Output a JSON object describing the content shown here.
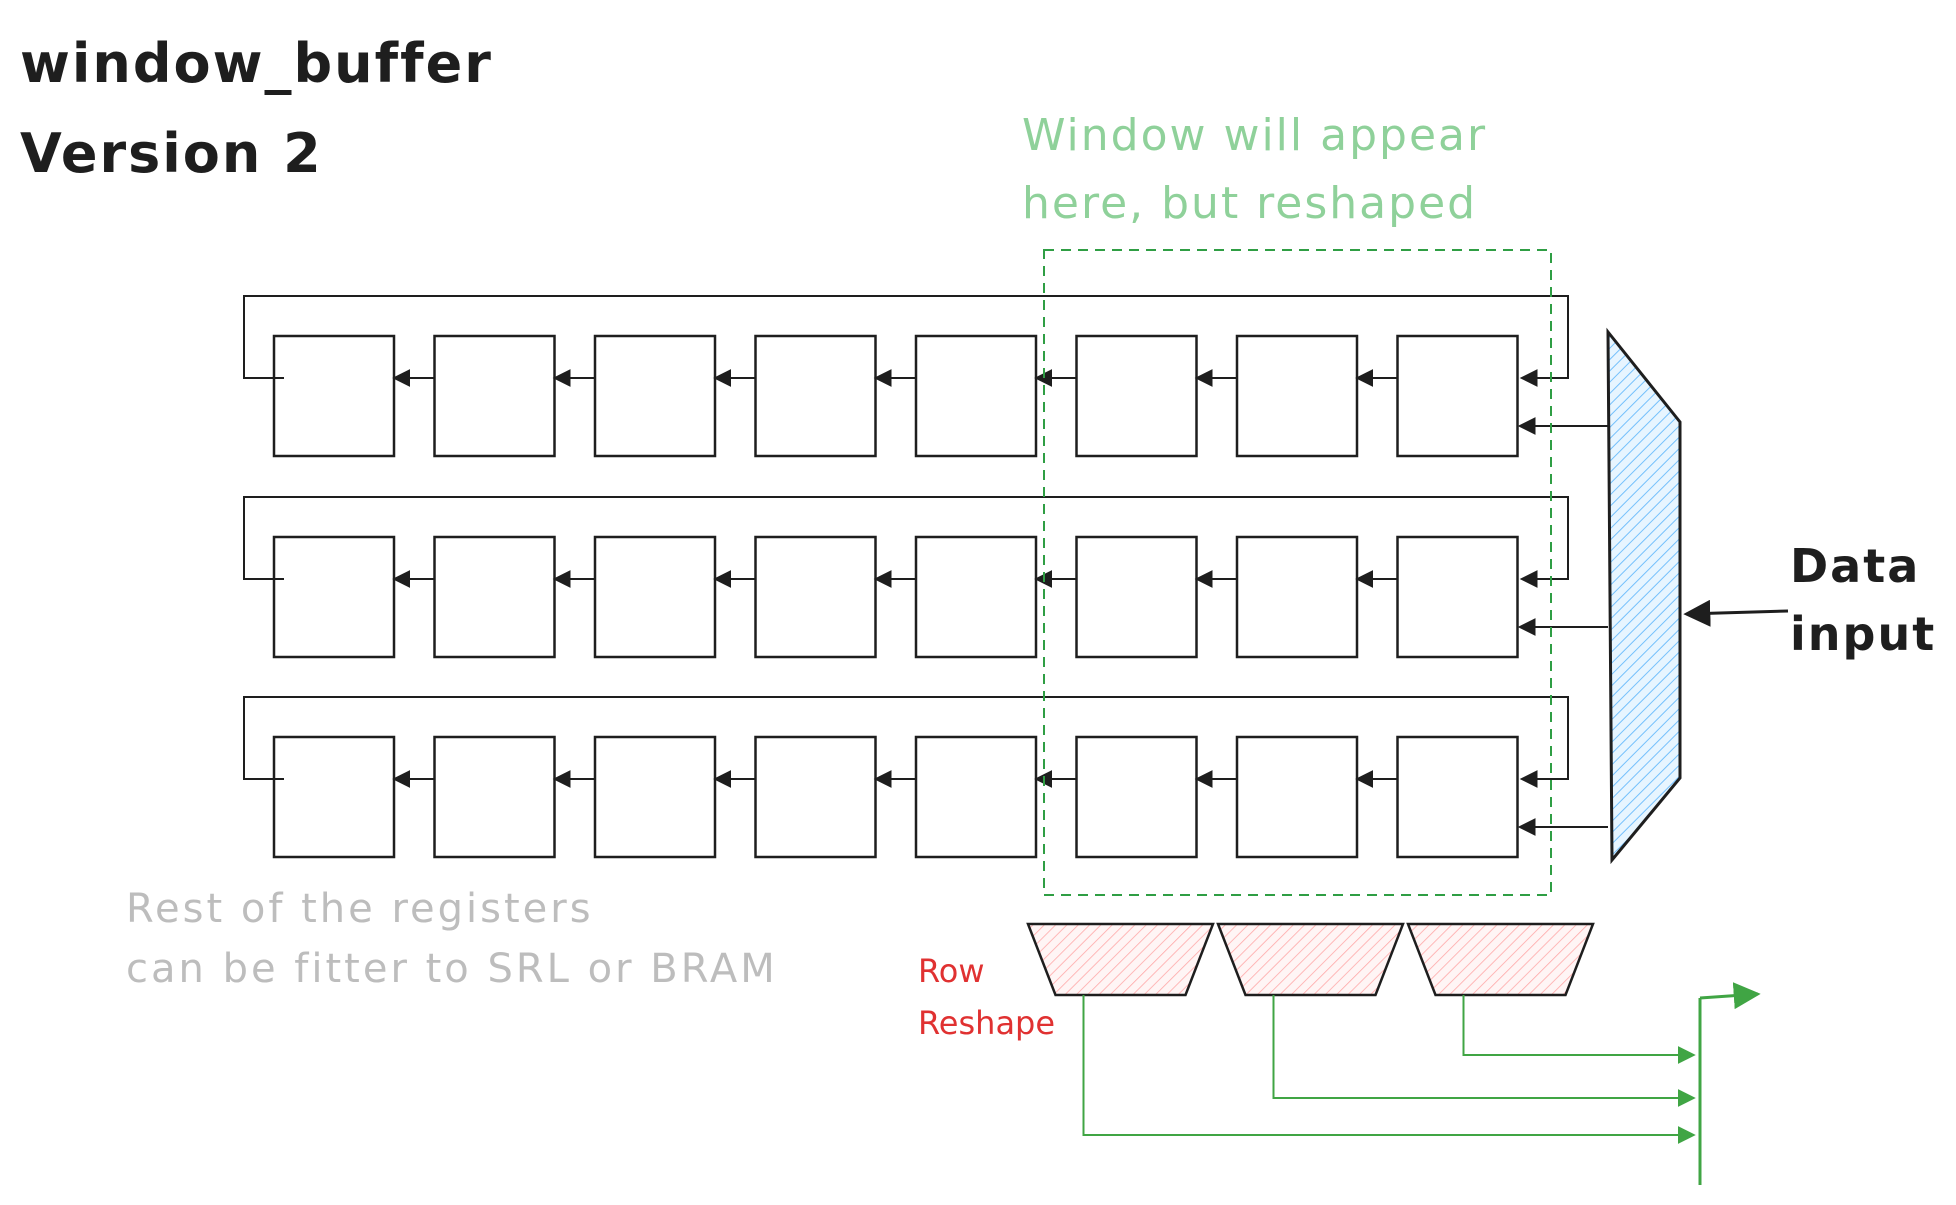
{
  "title": {
    "line1": "window_buffer",
    "line2": "Version 2"
  },
  "window_note": {
    "line1": "Window will appear",
    "line2": "here, but reshaped"
  },
  "data_input": {
    "line1": "Data",
    "line2": "input"
  },
  "rest_note": {
    "line1": "Rest of the registers",
    "line2": "can be fitter to SRL or BRAM"
  },
  "reshape_label": {
    "line1": "Row",
    "line2": "Reshape"
  },
  "diagram": {
    "rows": 3,
    "registers_per_row": 8,
    "window_columns": 3,
    "reshape_blocks": 3
  },
  "colors": {
    "ink": "#1e1e1e",
    "window_border": "#2f9e44",
    "window_text": "#8fd19a",
    "mux_fill": "#a5d8ff",
    "reshape_fill": "#ffc9c9",
    "output_lines": "#40a544",
    "note_gray": "#bdbdbd",
    "label_red": "#e03131"
  }
}
